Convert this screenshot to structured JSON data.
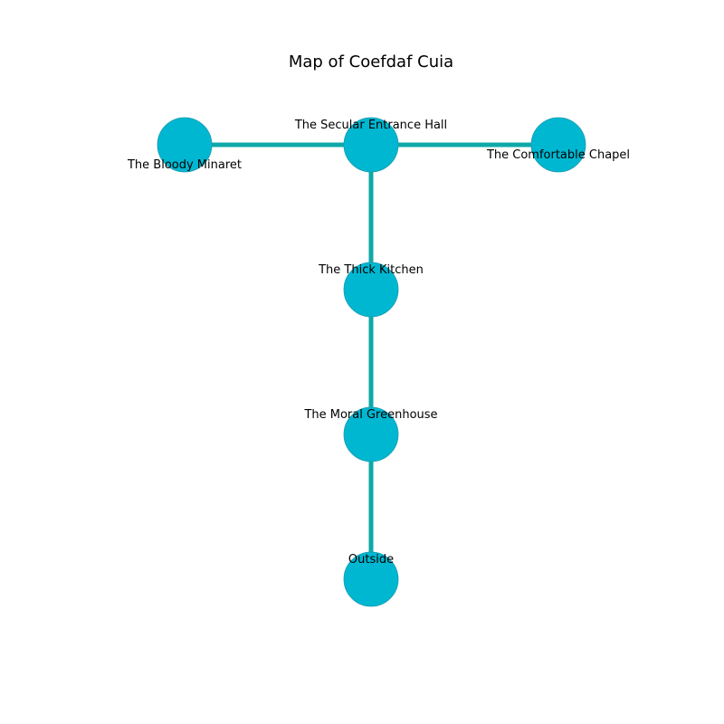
{
  "title": "Map of Coefdaf Cuia",
  "colors": {
    "node_fill": "#00b7d1",
    "node_stroke": "#1a9bb0",
    "edge": "#0fa8a8",
    "text": "#000000",
    "background": "#ffffff"
  },
  "nodes": [
    {
      "id": "entrance",
      "label": "The Secular Entrance Hall"
    },
    {
      "id": "minaret",
      "label": "The Bloody Minaret"
    },
    {
      "id": "chapel",
      "label": "The Comfortable Chapel"
    },
    {
      "id": "kitchen",
      "label": "The Thick Kitchen"
    },
    {
      "id": "greenhouse",
      "label": "The Moral Greenhouse"
    },
    {
      "id": "outside",
      "label": "Outside"
    }
  ],
  "edges": [
    {
      "from": "minaret",
      "to": "entrance"
    },
    {
      "from": "entrance",
      "to": "chapel"
    },
    {
      "from": "entrance",
      "to": "kitchen"
    },
    {
      "from": "kitchen",
      "to": "greenhouse"
    },
    {
      "from": "greenhouse",
      "to": "outside"
    }
  ]
}
